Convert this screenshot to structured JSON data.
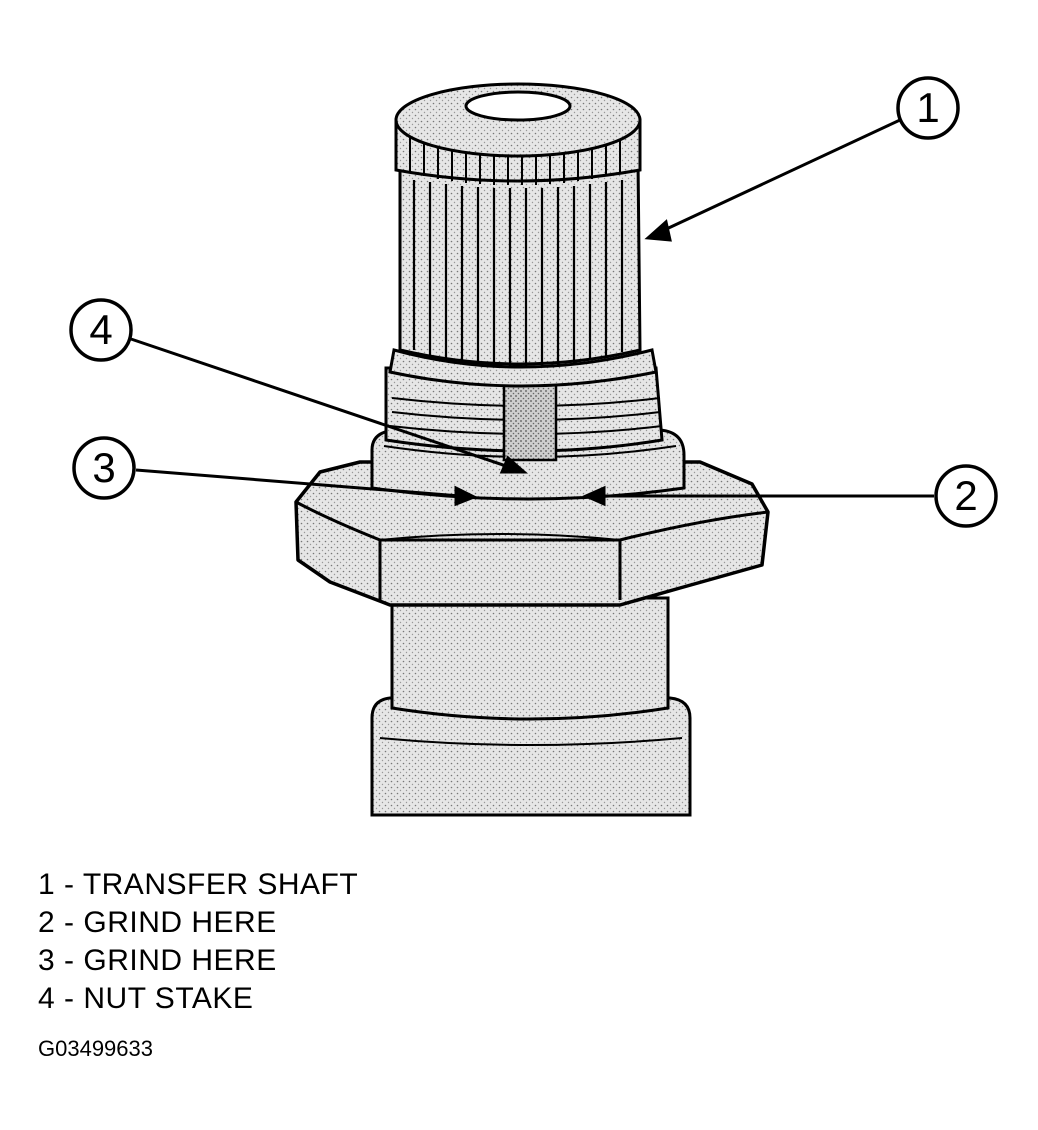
{
  "callouts": [
    "1",
    "2",
    "3",
    "4"
  ],
  "legend": [
    {
      "number": "1",
      "separator": " - ",
      "text": "TRANSFER SHAFT"
    },
    {
      "number": "2",
      "separator": " - ",
      "text": "GRIND HERE"
    },
    {
      "number": "3",
      "separator": " - ",
      "text": "GRIND HERE"
    },
    {
      "number": "4",
      "separator": " - ",
      "text": "NUT STAKE"
    }
  ],
  "figure_id": "G03499633",
  "colors": {
    "ink": "#000000",
    "shade": "#d9d9d9",
    "paper": "#ffffff"
  }
}
